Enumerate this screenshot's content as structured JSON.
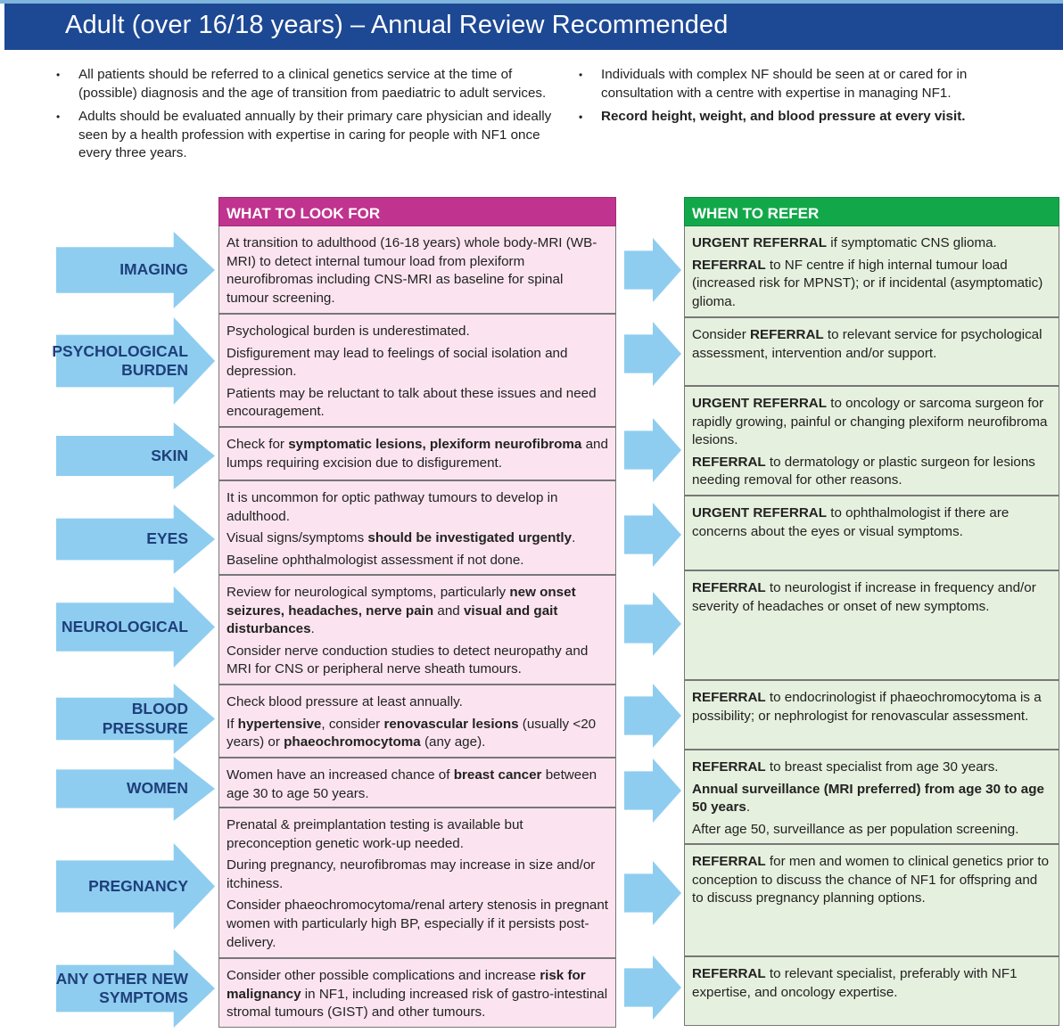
{
  "header": {
    "title": "Adult (over 16/18 years) – Annual Review Recommended"
  },
  "bullets_left": [
    "All patients should be referred to a clinical genetics service at the time of (possible) diagnosis and the age of transition from paediatric to adult services.",
    "Adults should be evaluated annually by their primary care physician and ideally seen by a health profession with expertise in caring for people with NF1 once every three years."
  ],
  "bullets_right": [
    "Individuals with complex NF should be seen at or cared for in consultation with a centre with expertise in managing NF1.",
    "Record height, weight, and blood pressure at every visit."
  ],
  "bullet_marker": "•",
  "columns": {
    "look": "WHAT TO LOOK FOR",
    "refer": "WHEN TO REFER"
  },
  "rows": [
    {
      "label_lines": [
        "IMAGING"
      ],
      "look": [
        [
          [
            "At transition to adulthood (16-18 years) whole body-MRI (WB-MRI) to detect internal tumour load from plexiform neurofibromas including CNS-MRI as baseline for spinal tumour screening.",
            false
          ]
        ]
      ],
      "refer": [
        [
          [
            "URGENT REFERRAL",
            true
          ],
          [
            " if symptomatic CNS glioma.",
            false
          ]
        ],
        [
          [
            "REFERRAL",
            true
          ],
          [
            " to NF centre if high internal tumour load (increased risk for MPNST); or if incidental (asymptomatic) glioma.",
            false
          ]
        ]
      ]
    },
    {
      "label_lines": [
        "PSYCHOLOGICAL",
        "BURDEN"
      ],
      "look": [
        [
          [
            "Psychological burden is underestimated.",
            false
          ]
        ],
        [
          [
            "Disfigurement may lead to feelings of social isolation and depression.",
            false
          ]
        ],
        [
          [
            "Patients may be reluctant to talk about these issues and need encouragement.",
            false
          ]
        ]
      ],
      "refer": [
        [
          [
            "Consider ",
            false
          ],
          [
            "REFERRAL",
            true
          ],
          [
            " to relevant service for psychological assessment, intervention and/or support.",
            false
          ]
        ]
      ]
    },
    {
      "label_lines": [
        "SKIN"
      ],
      "look": [
        [
          [
            "Check for ",
            false
          ],
          [
            "symptomatic lesions, plexiform neurofibroma",
            true
          ],
          [
            " and lumps requiring excision due to disfigurement.",
            false
          ]
        ]
      ],
      "refer": [
        [
          [
            "URGENT REFERRAL",
            true
          ],
          [
            " to oncology or sarcoma surgeon for rapidly growing, painful or changing plexiform neurofibroma lesions.",
            false
          ]
        ],
        [
          [
            "REFERRAL",
            true
          ],
          [
            " to dermatology or plastic surgeon for lesions needing removal for other reasons.",
            false
          ]
        ]
      ]
    },
    {
      "label_lines": [
        "EYES"
      ],
      "look": [
        [
          [
            "It is uncommon for optic pathway tumours to develop in adulthood.",
            false
          ]
        ],
        [
          [
            "Visual signs/symptoms ",
            false
          ],
          [
            "should be investigated urgently",
            true
          ],
          [
            ".",
            false
          ]
        ],
        [
          [
            "Baseline ophthalmologist assessment if not done.",
            false
          ]
        ]
      ],
      "refer": [
        [
          [
            "URGENT REFERRAL",
            true
          ],
          [
            " to ophthalmologist if there are concerns about the eyes or visual symptoms.",
            false
          ]
        ]
      ]
    },
    {
      "label_lines": [
        "NEUROLOGICAL"
      ],
      "look": [
        [
          [
            "Review for neurological symptoms, particularly ",
            false
          ],
          [
            "new onset seizures, headaches, nerve pain",
            true
          ],
          [
            " and ",
            false
          ],
          [
            "visual and gait disturbances",
            true
          ],
          [
            ".",
            false
          ]
        ],
        [
          [
            "Consider nerve conduction studies to detect neuropathy and MRI for CNS or peripheral nerve sheath tumours.",
            false
          ]
        ]
      ],
      "refer": [
        [
          [
            "REFERRAL",
            true
          ],
          [
            " to neurologist if increase in frequency and/or severity of headaches or onset of new symptoms.",
            false
          ]
        ]
      ]
    },
    {
      "label_lines": [
        "BLOOD",
        "PRESSURE"
      ],
      "look": [
        [
          [
            "Check blood pressure at least annually.",
            false
          ]
        ],
        [
          [
            "If ",
            false
          ],
          [
            "hypertensive",
            true
          ],
          [
            ", consider ",
            false
          ],
          [
            "renovascular lesions",
            true
          ],
          [
            " (usually <20 years) or ",
            false
          ],
          [
            "phaeochromocytoma",
            true
          ],
          [
            " (any age).",
            false
          ]
        ]
      ],
      "refer": [
        [
          [
            "REFERRAL",
            true
          ],
          [
            " to endocrinologist if phaeochromocytoma is a possibility; or nephrologist for renovascular assessment.",
            false
          ]
        ]
      ]
    },
    {
      "label_lines": [
        "WOMEN"
      ],
      "look": [
        [
          [
            "Women have an increased chance of ",
            false
          ],
          [
            "breast cancer",
            true
          ],
          [
            " between age 30 to age 50 years.",
            false
          ]
        ]
      ],
      "refer": [
        [
          [
            "REFERRAL",
            true
          ],
          [
            " to breast specialist from age 30 years.",
            false
          ]
        ],
        [
          [
            "Annual surveillance (MRI preferred) from age 30 to age 50 years",
            true
          ],
          [
            ".",
            false
          ]
        ],
        [
          [
            "After age 50, surveillance as per population screening.",
            false
          ]
        ]
      ]
    },
    {
      "label_lines": [
        "PREGNANCY"
      ],
      "look": [
        [
          [
            "Prenatal & preimplantation testing is available but preconception genetic work-up needed.",
            false
          ]
        ],
        [
          [
            "During pregnancy, neurofibromas may increase in size and/or itchiness.",
            false
          ]
        ],
        [
          [
            "Consider phaeochromocytoma/renal artery stenosis in pregnant women with particularly high BP, especially if it persists post-delivery.",
            false
          ]
        ]
      ],
      "refer": [
        [
          [
            "REFERRAL",
            true
          ],
          [
            " for men and women to clinical genetics prior to conception to discuss the chance  of NF1 for offspring and to discuss pregnancy planning options.",
            false
          ]
        ]
      ]
    },
    {
      "label_lines": [
        "ANY OTHER NEW",
        "SYMPTOMS"
      ],
      "look": [
        [
          [
            "Consider other possible complications and increase ",
            false
          ],
          [
            "risk for malignancy",
            true
          ],
          [
            " in NF1, including increased risk of gastro-intestinal stromal tumours (GIST) and other tumours.",
            false
          ]
        ]
      ],
      "refer": [
        [
          [
            "REFERRAL",
            true
          ],
          [
            " to relevant specialist, preferably with NF1 expertise, and oncology expertise.",
            false
          ]
        ]
      ]
    }
  ],
  "colors": {
    "header_bg": "#1d4894",
    "look_head": "#c0338e",
    "look_bg": "#fbe4ef",
    "refer_head": "#12a84a",
    "refer_bg": "#e6f0de",
    "arrow": "#8ecdf0",
    "label": "#1e3f7a"
  }
}
